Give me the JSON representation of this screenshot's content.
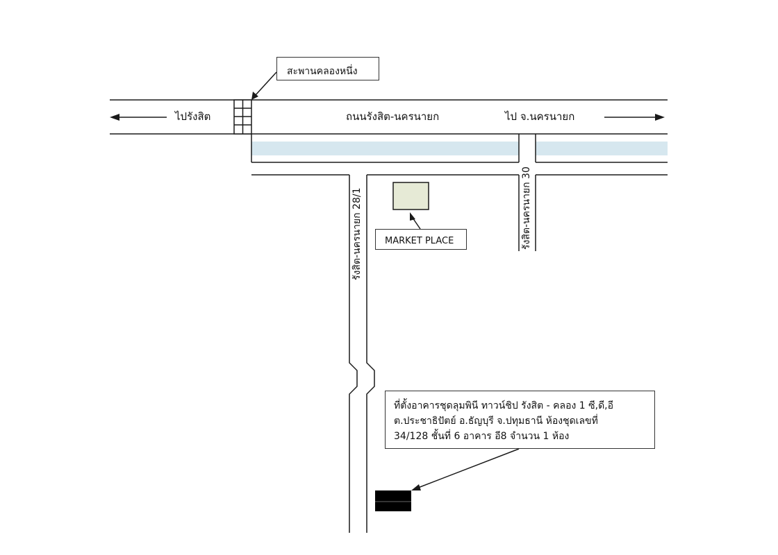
{
  "map": {
    "bridge_label": "สะพานคลองหนึ่ง",
    "main_road": {
      "left_direction": "ไปรังสิต",
      "name": "ถนนรังสิต-นครนายก",
      "right_direction": "ไป จ.นครนายก"
    },
    "soi_28_1": "รังสิต-นครนายก 28/1",
    "soi_30": "รังสิต-นครนายก 30",
    "market_place": "MARKET PLACE",
    "location_note": {
      "line1": "ที่ตั้งอาคารชุดลุมพินี ทาวน์ชิป รังสิต - คลอง 1 ซี,ดี,อี",
      "line2": "ต.ประชาธิปัตย์ อ.ธัญบุรี จ.ปทุมธานี ห้องชุดเลขที่",
      "line3": "34/128 ชั้นที่ 6 อาคาร อี8 จำนวน 1 ห้อง"
    },
    "colors": {
      "canal": "#d6e7ef",
      "market_fill": "#e6ead6",
      "building_fill": "#000000",
      "line": "#1a1a1a"
    }
  }
}
